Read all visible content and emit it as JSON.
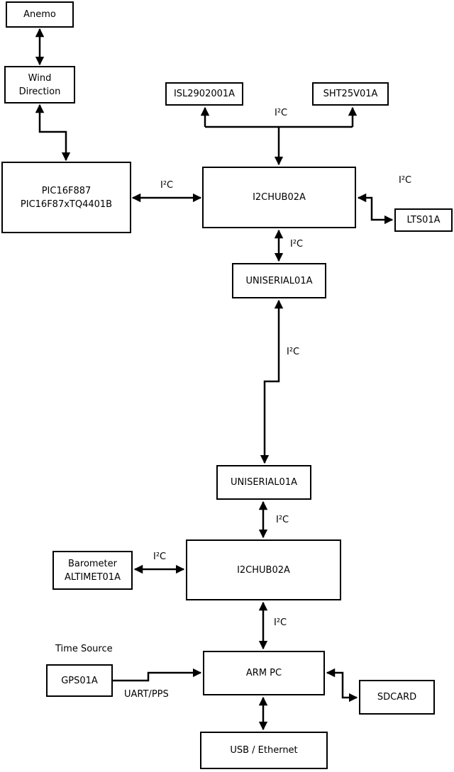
{
  "diagram": {
    "boxes": {
      "anemo": {
        "lines": [
          "Anemo"
        ]
      },
      "wind_direction": {
        "lines": [
          "Wind",
          "Direction"
        ]
      },
      "pic": {
        "lines": [
          "PIC16F887",
          "PIC16F87xTQ4401B"
        ]
      },
      "isl": {
        "lines": [
          "ISL2902001A"
        ]
      },
      "sht": {
        "lines": [
          "SHT25V01A"
        ]
      },
      "hub1": {
        "lines": [
          "I2CHUB02A"
        ]
      },
      "lts": {
        "lines": [
          "LTS01A"
        ]
      },
      "uniserial1": {
        "lines": [
          "UNISERIAL01A"
        ]
      },
      "uniserial2": {
        "lines": [
          "UNISERIAL01A"
        ]
      },
      "barometer": {
        "lines": [
          "Barometer",
          "ALTIMET01A"
        ]
      },
      "hub2": {
        "lines": [
          "I2CHUB02A"
        ]
      },
      "gps": {
        "lines": [
          "GPS01A"
        ]
      },
      "arm_pc": {
        "lines": [
          "ARM PC"
        ]
      },
      "sdcard": {
        "lines": [
          "SDCARD"
        ]
      },
      "usb_ethernet": {
        "lines": [
          "USB / Ethernet"
        ]
      }
    },
    "i2c_labels": {
      "sensor_bus": "I²C",
      "pic_hub1": "I²C",
      "hub1_lts": "I²C",
      "hub1_uniserial": "I²C",
      "uniserial_link": "I²C",
      "uniserial_hub2": "I²C",
      "barometer_hub2": "I²C",
      "hub2_armpc": "I²C"
    },
    "labels": {
      "time_source": "Time Source",
      "uart_pps": "UART/PPS"
    },
    "colors": {
      "line": "#000000",
      "box_border": "#000000",
      "box_fill": "#ffffff",
      "text": "#000000",
      "background": "#ffffff"
    }
  }
}
